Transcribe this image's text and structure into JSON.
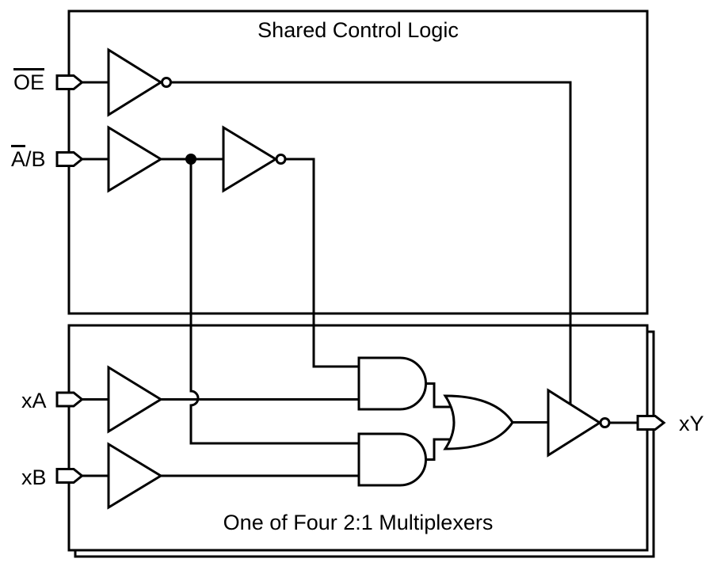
{
  "titles": {
    "top": "Shared Control Logic",
    "bottom": "One of Four 2:1 Multiplexers"
  },
  "labels": {
    "oe": "OE",
    "ab_overlined": "A",
    "ab_rest": "/B",
    "xa": "xA",
    "xb": "xB",
    "xy": "xY"
  },
  "colors": {
    "line": "#000000",
    "background": "#ffffff"
  }
}
